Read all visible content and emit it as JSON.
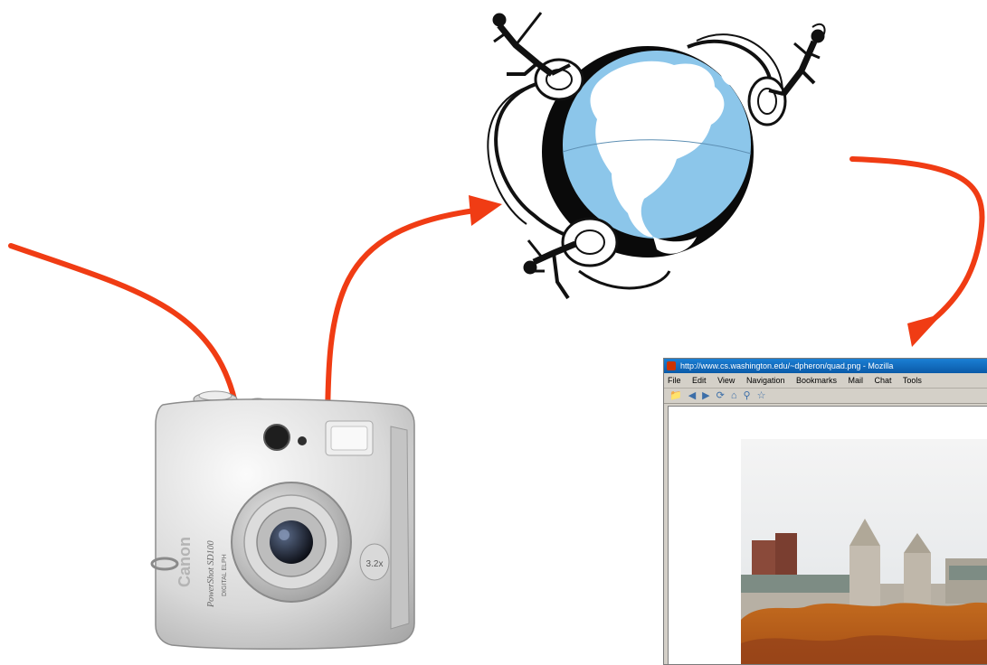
{
  "diagram": {
    "nodes": [
      {
        "id": "camera",
        "label": "Canon PowerShot SD100 digital camera"
      },
      {
        "id": "internet",
        "label": "Globe with people (Internet)"
      },
      {
        "id": "browser",
        "label": "Web browser displaying photo"
      }
    ],
    "arrow_color": "#f03c14"
  },
  "camera": {
    "brand": "Canon",
    "model": "PowerShot SD100",
    "subtitle": "DIGITAL ELPH",
    "badge": "3.2x"
  },
  "browser": {
    "title": "http://www.cs.washington.edu/~dpheron/quad.png - Mozilla",
    "menu": [
      "File",
      "Edit",
      "View",
      "Navigation",
      "Bookmarks",
      "Mail",
      "Chat",
      "Tools"
    ],
    "toolbar_icons": [
      "open-icon",
      "back-icon",
      "forward-icon",
      "reload-icon",
      "home-icon",
      "search-icon",
      "bookmark-icon"
    ]
  }
}
